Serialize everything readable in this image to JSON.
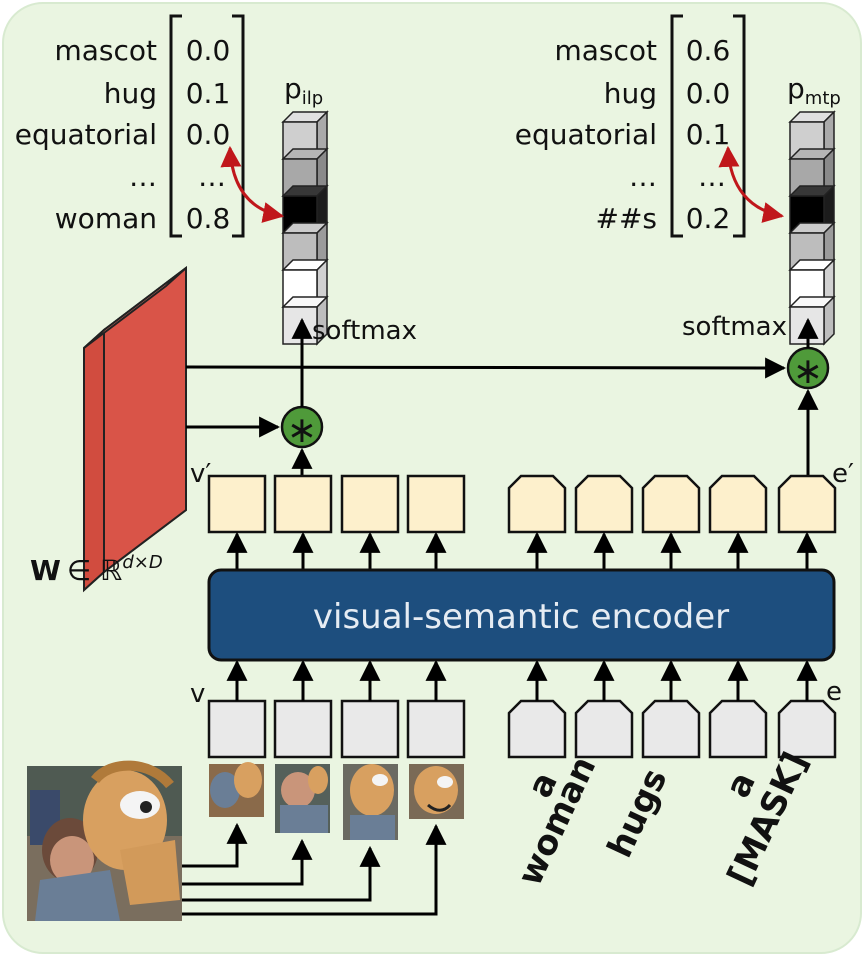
{
  "encoder": {
    "label": "visual-semantic encoder"
  },
  "weight": {
    "symbol": "W",
    "formula": "∈ ℝ",
    "superscript": "d×D"
  },
  "left_head": {
    "prob_label": "p",
    "prob_sub": "ilp",
    "softmax_label": "softmax",
    "output_label": "v′",
    "rows": [
      {
        "word": "mascot",
        "value": "0.0"
      },
      {
        "word": "hug",
        "value": "0.1"
      },
      {
        "word": "equatorial",
        "value": "0.0"
      },
      {
        "word": "…",
        "value": "…"
      },
      {
        "word": "woman",
        "value": "0.8"
      }
    ],
    "cube_shades": [
      "#cfcfcf",
      "#a8a8a8",
      "#000000",
      "#bdbdbd",
      "#ffffff",
      "#e6e6e6"
    ]
  },
  "right_head": {
    "prob_label": "p",
    "prob_sub": "mtp",
    "softmax_label": "softmax",
    "output_label": "e′",
    "rows": [
      {
        "word": "mascot",
        "value": "0.6"
      },
      {
        "word": "hug",
        "value": "0.0"
      },
      {
        "word": "equatorial",
        "value": "0.1"
      },
      {
        "word": "…",
        "value": "…"
      },
      {
        "word": "##s",
        "value": "0.2"
      }
    ],
    "cube_shades": [
      "#cfcfcf",
      "#a8a8a8",
      "#000000",
      "#bdbdbd",
      "#ffffff",
      "#e6e6e6"
    ]
  },
  "inputs": {
    "visual_label": "v",
    "text_label": "e",
    "tokens": [
      "a",
      "woman",
      "hugs",
      "a",
      "[MASK]"
    ]
  },
  "operator_symbol": "∗",
  "colors": {
    "panel_bg": "#eaf5e1",
    "encoder": "#1d4e7e",
    "output_box": "#fdf0cc",
    "input_box": "#e9e9e9",
    "weight_front": "#d14c3f",
    "weight_side": "#e66a5d",
    "operator": "#4f9a3a",
    "arrow_red": "#c0171b"
  }
}
